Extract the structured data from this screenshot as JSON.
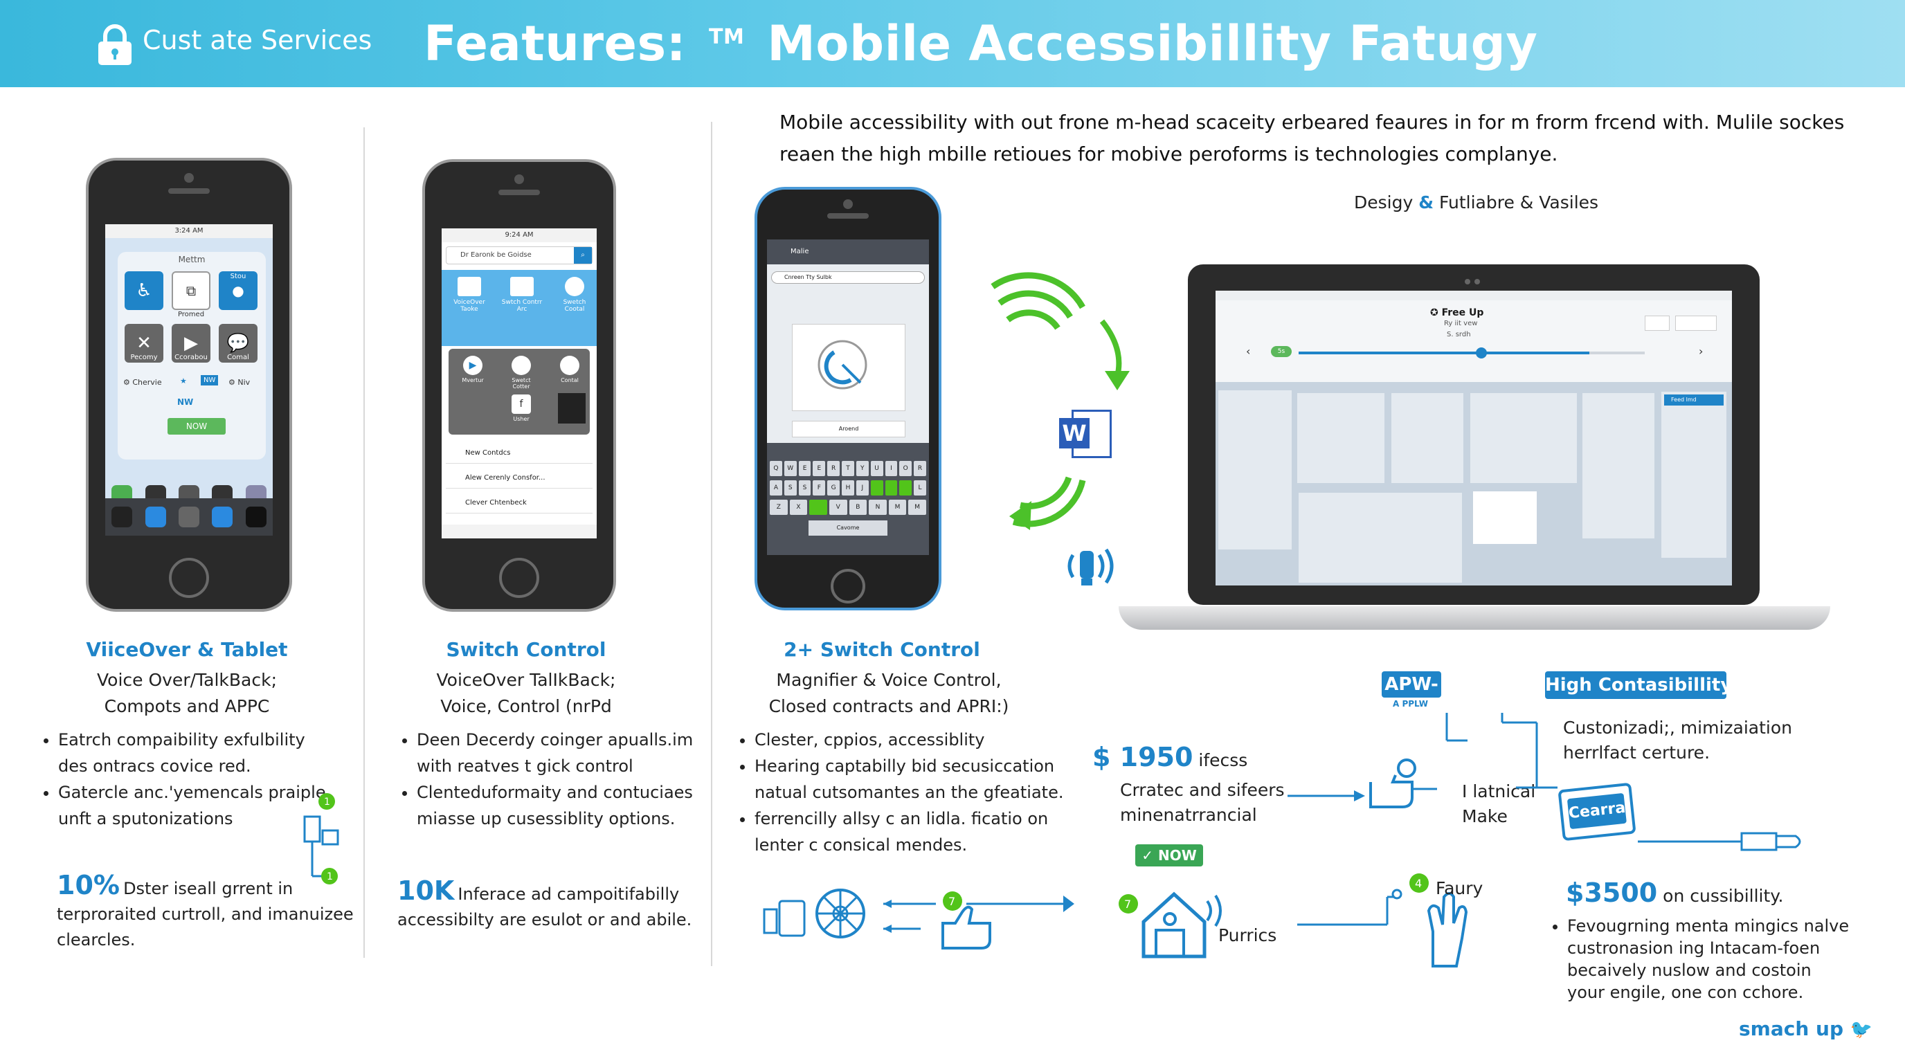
{
  "header": {
    "brand": "Cust ate Services",
    "title": "Features:",
    "title_mark": "TM",
    "title_main": "Mobile Accessibillity Fatugy"
  },
  "intro": {
    "line1": "Mobile accessibility with out frone m-head scaceity erbeared feaures in for m frorm frcend with. Mulile sockes",
    "line2": "reaen the high mbille retioues for mobive peroforms is technologies complanye."
  },
  "design_label": {
    "part1": "Desigy",
    "amp": "&",
    "part2": "Futliabre & Vasiles"
  },
  "phone1": {
    "time": "3:24 AM",
    "screen_title": "Mettm",
    "tiles": [
      "Stou",
      "Promed",
      "Pecomy",
      "Ccorabou",
      "Comal"
    ],
    "chip1": "Chervie",
    "chip2": "NW",
    "chip3": "Niv",
    "action": "NW",
    "button": "NOW"
  },
  "phone2": {
    "time": "9:24 AM",
    "search": "Dr Earonk be Goidse",
    "top_tiles": [
      "VoiceOver Taoke",
      "Swtch Contrr Arc",
      "Swetch Cootal"
    ],
    "dark_tiles": [
      "Mvertur",
      "Swetct Cotter",
      "Contal"
    ],
    "dark_tile4": "Usher",
    "rows": [
      "New Contdcs",
      "Alew Cerenly Consfor...",
      "Clever Chtenbeck"
    ]
  },
  "phone3": {
    "app_title": "Malie",
    "search": "Cnreen Tty Sulbk",
    "panel": "Aroend",
    "keys_row1": [
      "Q",
      "W",
      "E",
      "E",
      "R",
      "T",
      "Y",
      "U",
      "I",
      "O",
      "R"
    ],
    "keys_row2": [
      "A",
      "S",
      "S",
      "F",
      "G",
      "H",
      "J",
      "",
      "",
      "",
      "L"
    ],
    "keys_row3": [
      "Z",
      "X",
      "",
      "V",
      "B",
      "N",
      "M",
      "M"
    ],
    "space": "Cavome"
  },
  "col1": {
    "title": "ViiceOver & Tablet",
    "sub1": "Voice Over/TalkBack;",
    "sub2": "Compots and APPC",
    "bullets": [
      [
        "Eatrch compaibility exfulbility",
        "des ontracs covice red."
      ],
      [
        "Gatercle anc.'yemencals praiple",
        "unft a sputonizations"
      ]
    ],
    "stat_value": "10%",
    "stat_text1": "Dster iseall grrent in",
    "stat_text2": "terproraited curtroll, and imanuizee",
    "stat_text3": "clearcles."
  },
  "col2": {
    "title": "Switch Control",
    "sub1": "VoiceOver TalIkBack;",
    "sub2": "Voice, Control (nrPd",
    "bullets": [
      [
        "Deen Decerdy coinger apualls.im",
        "with reatves t gick control"
      ],
      [
        "Clenteduformaity and contuciaes",
        "miasse up cusessiblity options."
      ]
    ],
    "stat_value": "10K",
    "stat_text1": "Inferace ad campoitifabilly",
    "stat_text2": "acсessibilty are esulot or and abile."
  },
  "col3": {
    "title": "2+ Switch Control",
    "sub1": "Magnifier & Voice Control,",
    "sub2": "Closed contracts and APRI:)",
    "bullets": [
      [
        "Clester, cppios, accessiblity"
      ],
      [
        "Hearing captabilly bid secusiccation",
        "natual cutsomantes an the gfeatiate."
      ],
      [
        "ferrencilly allsy c an lidla. ficatio on",
        "lenter c consical mendes."
      ]
    ]
  },
  "laptop": {
    "header": "Free Up",
    "sub": "Ry iit vew",
    "sub2": "S. srdh",
    "pill": "5s",
    "panel_btn": "Feed lmd"
  },
  "bottom": {
    "price1": "$ 1950",
    "price1_suffix": "ifecss",
    "price1_l2": "Crratec and sifeers",
    "price1_l3": "minenatrrancial",
    "apw_badge": "APW-",
    "apw_sub": "A PPLW",
    "ltcl1": "I latnical",
    "ltcl2": "Make",
    "high_badge": "High Contasibillity",
    "custom1": "Custonizadi;, mimizaiation",
    "custom2": "herrlfact certure.",
    "cearra": "Cearra",
    "now_badge": "NOW",
    "purrics": "Purrics",
    "faury": "Faury",
    "price2": "$3500",
    "price2_suffix": "on cussibillity.",
    "bul1": "Fevougrning menta mingics nalve",
    "bul2": "custronasion ing Intacam-foen",
    "bul3": "becaively nuslow and costoin",
    "bul4": "your engile, one con cchore.",
    "footer": "smach up"
  },
  "colors": {
    "accent": "#1f84c8",
    "green": "#52c41a",
    "header_start": "#3ab8dc"
  }
}
